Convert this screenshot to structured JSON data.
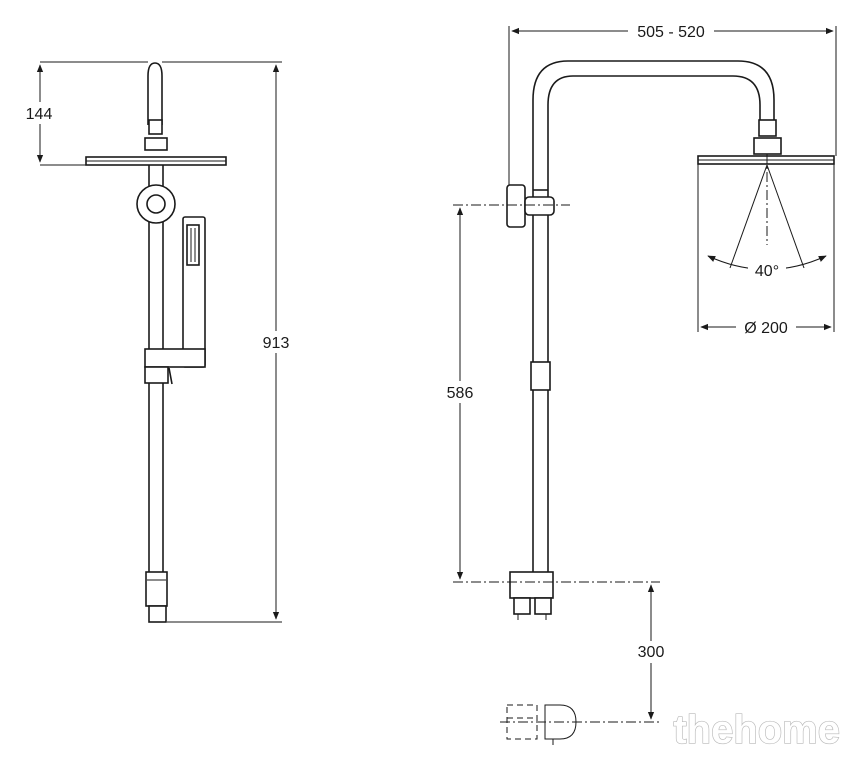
{
  "dimensions": {
    "head_height": "144",
    "total_height": "913",
    "width_range": "505 - 520",
    "spray_angle": "40°",
    "head_diameter": "Ø 200",
    "mount_height": "586",
    "outlet_height": "300"
  },
  "watermark": "thehome"
}
